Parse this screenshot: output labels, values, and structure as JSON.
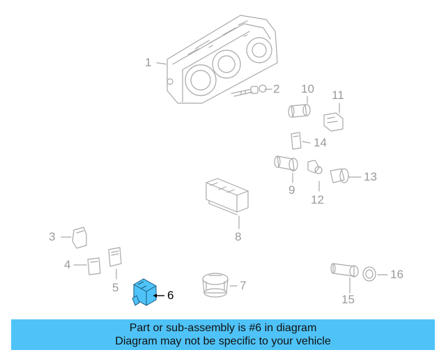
{
  "callouts": [
    "1",
    "2",
    "3",
    "4",
    "5",
    "6",
    "7",
    "8",
    "9",
    "10",
    "11",
    "12",
    "13",
    "14",
    "15",
    "16"
  ],
  "highlight_index": "6",
  "colors": {
    "line": "#a8a8a8",
    "highlight_fill": "#4fc3f7",
    "banner": "#4fc3f7",
    "text_dim": "#9a9a9a"
  },
  "banner": {
    "line1": "Part or sub-assembly is #6 in diagram",
    "line2": "Diagram may not be specific to your vehicle"
  }
}
